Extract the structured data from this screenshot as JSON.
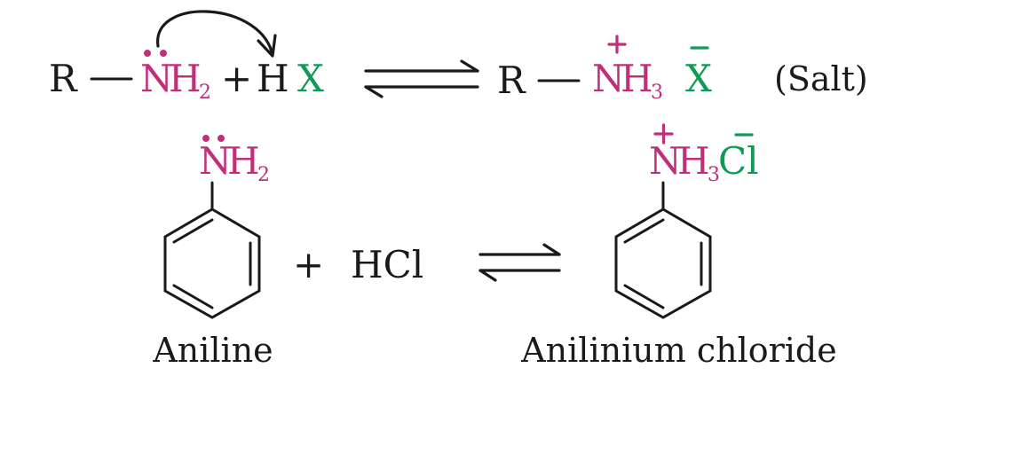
{
  "colors": {
    "text": "#1a1a1a",
    "amine": "#c0307a",
    "halide": "#0f9a55"
  },
  "reaction1": {
    "reactant_r": "R",
    "amine_n": "N",
    "amine_h": "H",
    "amine_sub": "2",
    "plus": "+",
    "acid_h": "H",
    "acid_x": "X",
    "product_r": "R",
    "product_n": "N",
    "product_h": "H",
    "product_sub": "3",
    "product_x": "X",
    "salt_label": "(Salt)"
  },
  "reaction2": {
    "aniline_n": "N",
    "aniline_h": "H",
    "aniline_sub": "2",
    "plus": "+",
    "reagent": "HCl",
    "product_n": "N",
    "product_h": "H",
    "product_sub": "3",
    "product_cl": "Cl",
    "reactant_name": "Aniline",
    "product_name": "Anilinium chloride"
  }
}
